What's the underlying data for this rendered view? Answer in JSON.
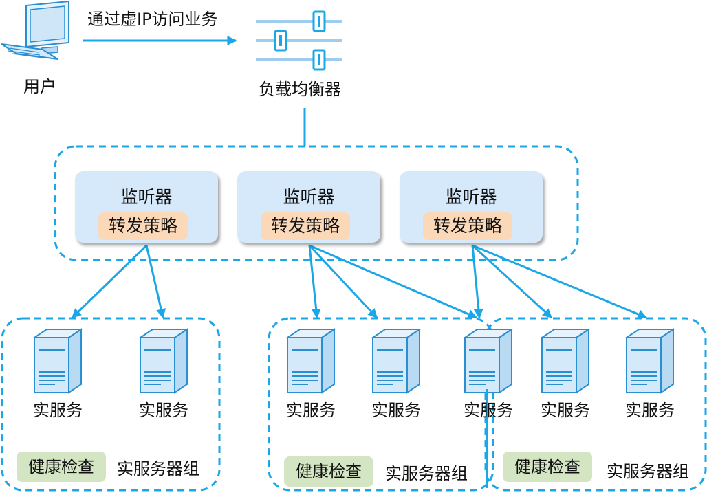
{
  "user": {
    "label": "用户"
  },
  "request_arrow": {
    "label": "通过虚IP访问业务"
  },
  "load_balancer": {
    "label": "负载均衡器"
  },
  "listeners": [
    {
      "title": "监听器",
      "policy": "转发策略"
    },
    {
      "title": "监听器",
      "policy": "转发策略"
    },
    {
      "title": "监听器",
      "policy": "转发策略"
    }
  ],
  "server_groups": [
    {
      "group_label": "实服务器组",
      "health_check": "健康检查",
      "servers": [
        "实服务",
        "实服务"
      ]
    },
    {
      "group_label": "实服务器组",
      "health_check": "健康检查",
      "servers": [
        "实服务",
        "实服务",
        "实服务"
      ]
    },
    {
      "group_label": "实服务器组",
      "health_check": "健康检查",
      "servers": [
        "实服务",
        "实服务"
      ]
    }
  ],
  "colors": {
    "arrow": "#1aa7e8",
    "dashed_border": "#1aa7e8",
    "listener_fill": "#d6e9fb",
    "policy_fill": "#fbd9b8",
    "health_fill": "#d4e5c3",
    "server_fill": "#cfe6f8",
    "server_stroke": "#2a8fd0"
  },
  "icons": {
    "user": "desktop-computer-icon",
    "load_balancer": "sliders-icon",
    "server": "server-tower-icon"
  }
}
